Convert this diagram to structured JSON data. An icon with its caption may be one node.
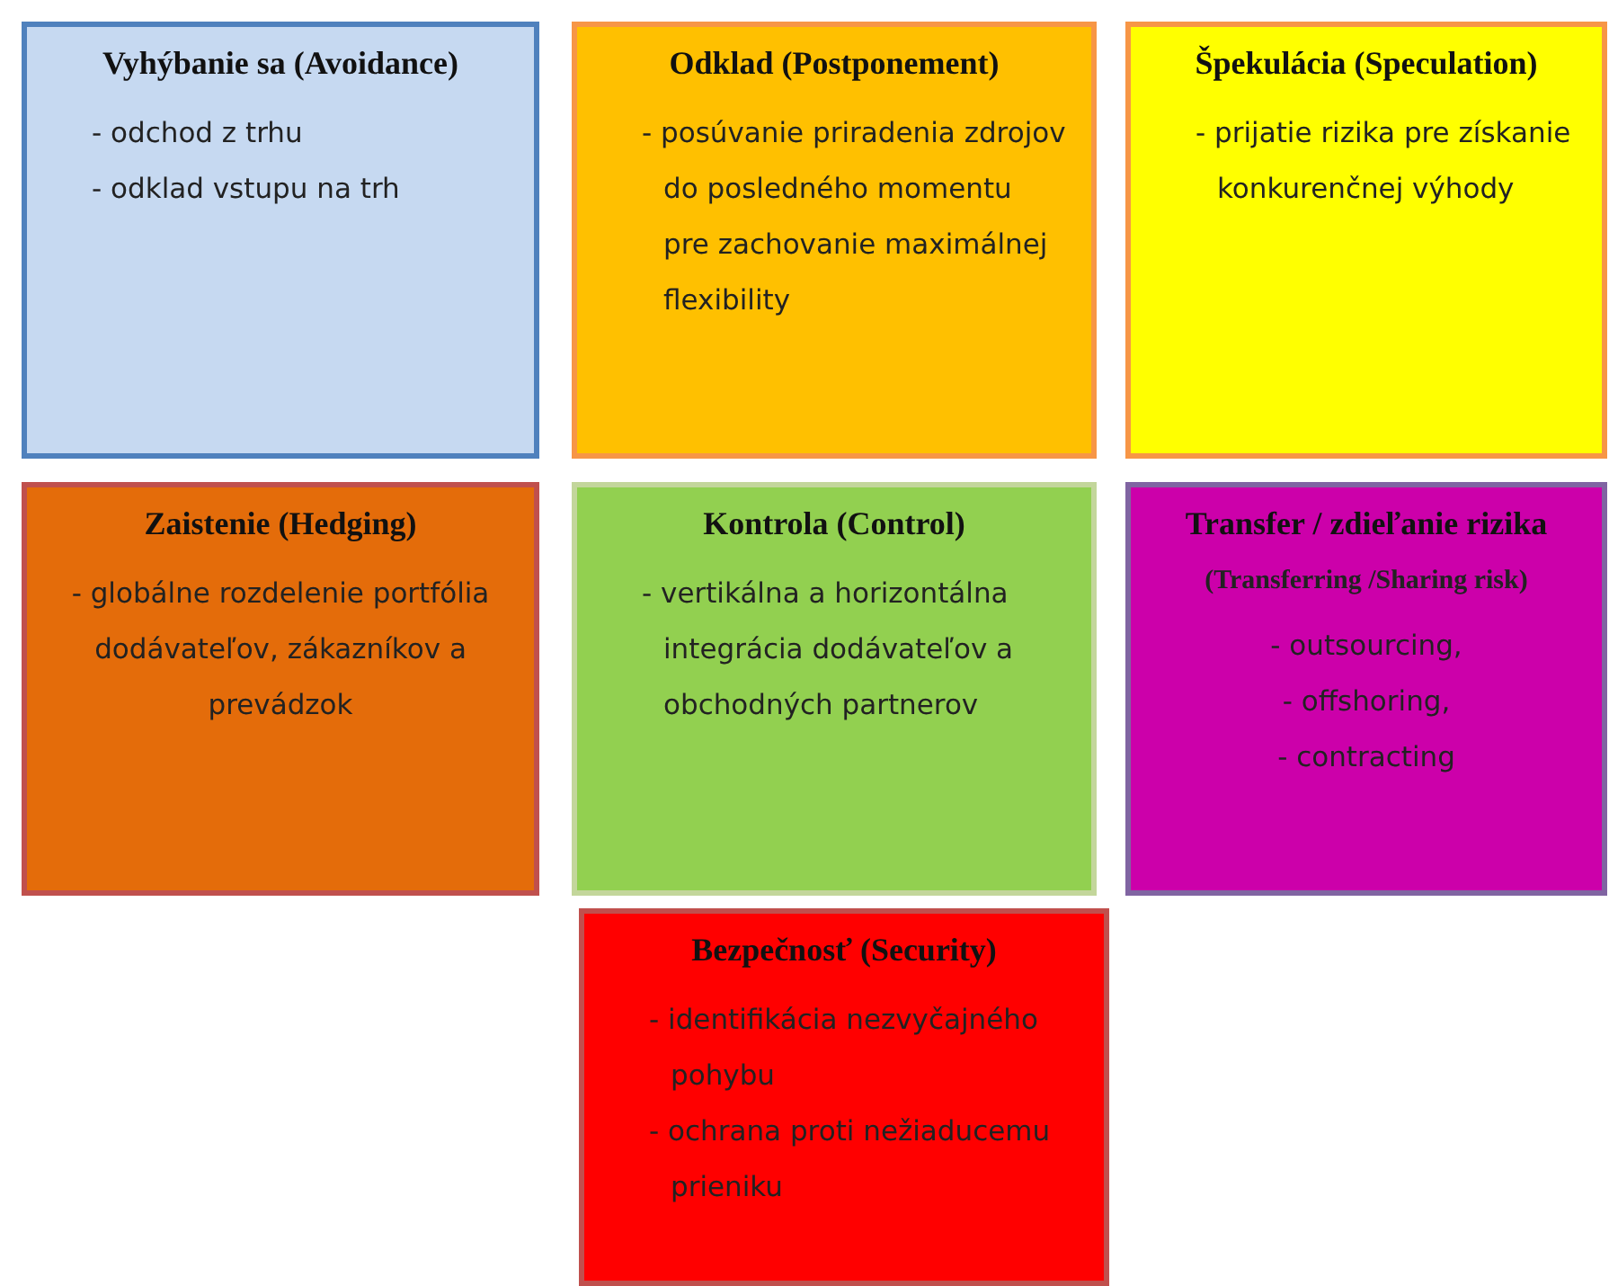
{
  "diagram": {
    "nodes": [
      {
        "text": [
          "Vyhýbanie sa (Avoidance)",
          "- odchod z trhu",
          "- odklad vstupu na trh"
        ]
      },
      {
        "text": [
          "Odklad (Postponement)",
          "- posúvanie priradenia zdrojov do posledného momentu pre zachovanie maximálnej flexibility"
        ]
      },
      {
        "text": [
          "Špekulácia (Speculation)",
          "- prijatie rizika pre získanie konkurenčnej výhody"
        ]
      },
      {
        "text": [
          "Zaistenie (Hedging)",
          "- globálne rozdelenie portfólia dodávateľov, zákazníkov a prevádzok"
        ]
      },
      {
        "text": [
          "Kontrola (Control)",
          "- vertikálna a horizontálna integrácia dodávateľov a obchodných partnerov"
        ]
      },
      {
        "text": [
          "Transfer / zdieľanie rizika",
          "(Transferring /Sharing risk)",
          "- outsourcing,",
          "- offshoring,",
          "- contracting"
        ]
      },
      {
        "text": [
          "Bezpečnosť (Security)",
          "- identifikácia nezvyčajného pohybu",
          "- ochrana proti nežiaducemu prieniku"
        ]
      }
    ]
  }
}
